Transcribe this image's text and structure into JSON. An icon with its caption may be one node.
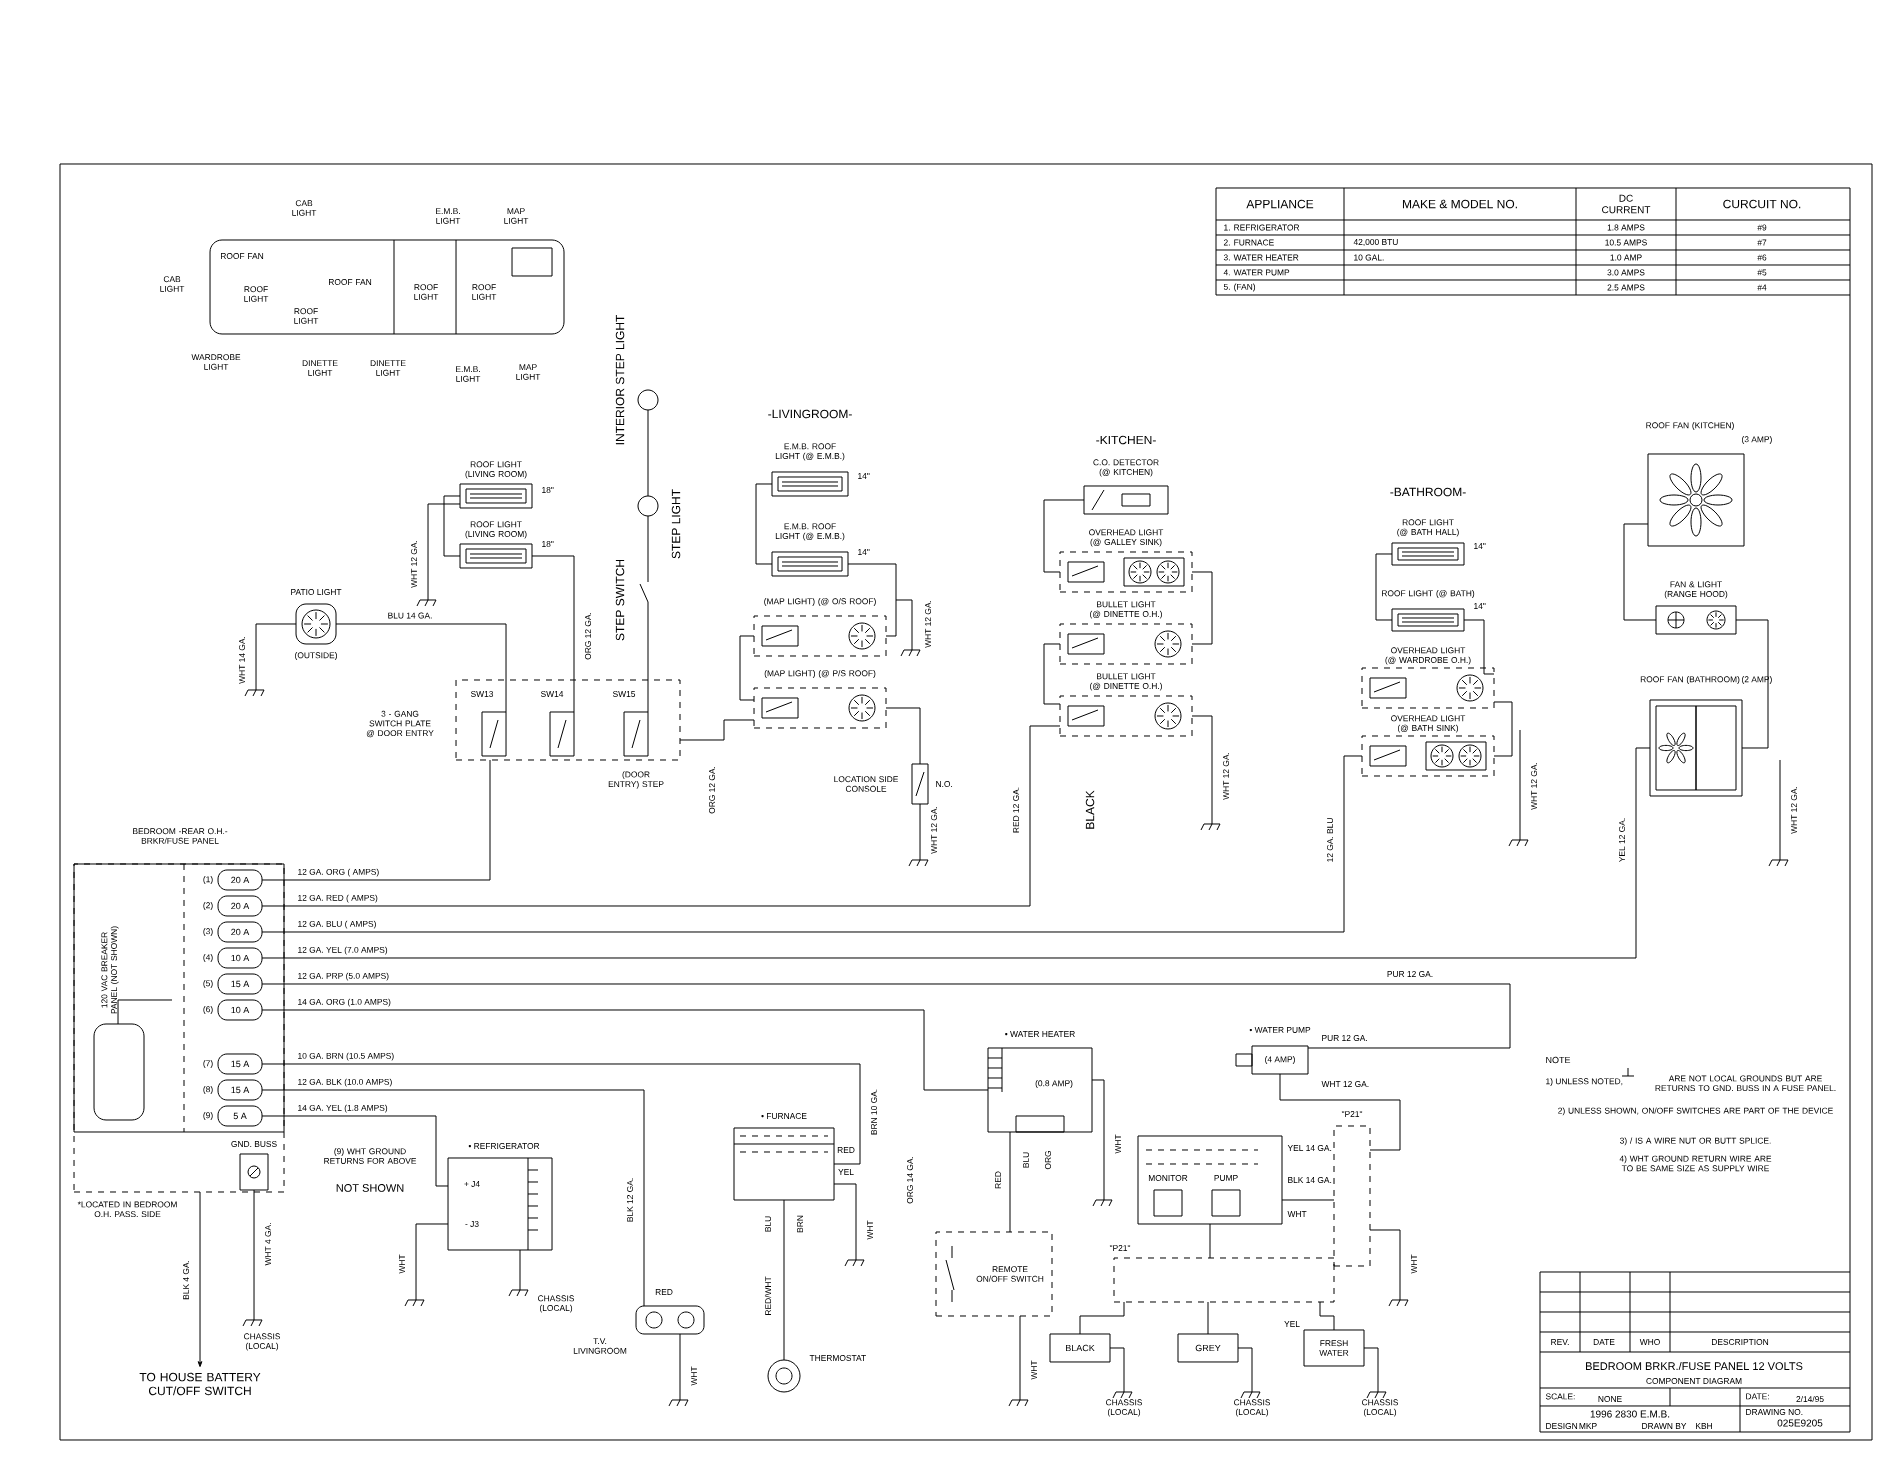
{
  "diagram": {
    "nodes": [
      {
        "text": [
          "CAB LIGHT",
          "ROOF FAN",
          "CAB LIGHT",
          "ROOF LIGHT",
          "ROOF FAN",
          "ROOF LIGHT",
          "WARDROBE LIGHT",
          "DINETTE LIGHT",
          "DINETTE LIGHT",
          "E.M.B. LIGHT",
          "MAP LIGHT",
          "ROOF LIGHT",
          "ROOF LIGHT",
          "E.M.B. LIGHT",
          "MAP LIGHT"
        ]
      },
      {
        "text": [
          "INTERIOR STEP LIGHT"
        ]
      },
      {
        "text": [
          "STEP LIGHT"
        ]
      },
      {
        "text": [
          "STEP SWITCH"
        ]
      },
      {
        "text": [
          "ROOF LIGHT (LIVING ROOM)"
        ],
        "beside": [
          "18\""
        ]
      },
      {
        "text": [
          "ROOF LIGHT (LIVING ROOM)"
        ],
        "beside": [
          "18\""
        ]
      },
      {
        "text": [
          "PATIO LIGHT",
          "(OUTSIDE)"
        ]
      },
      {
        "text": [
          "3 - GANG SWITCH PLATE @ DOOR ENTRY"
        ]
      },
      {
        "text": [
          "SW13"
        ],
        "in": 7
      },
      {
        "text": [
          "SW14"
        ],
        "in": 7
      },
      {
        "text": [
          "SW15"
        ],
        "in": 7
      },
      {
        "text": [
          "E.M.B. ROOF LIGHT (@ E.M.B.)"
        ],
        "beside": [
          "14\""
        ]
      },
      {
        "text": [
          "E.M.B. ROOF LIGHT (@ E.M.B.)"
        ],
        "beside": [
          "14\""
        ]
      },
      {
        "text": [
          "(MAP LIGHT) (@ O/S ROOF)"
        ]
      },
      {
        "text": [
          "(MAP LIGHT) (@ P/S ROOF)"
        ]
      },
      {
        "text": [
          "LOCATION SIDE CONSOLE"
        ],
        "beside": [
          "N.O."
        ]
      },
      {
        "text": [
          "C.O. DETECTOR (@ KITCHEN)"
        ]
      },
      {
        "text": [
          "OVERHEAD LIGHT (@ GALLEY SINK)"
        ]
      },
      {
        "text": [
          "BULLET LIGHT (@ DINETTE O.H.)"
        ]
      },
      {
        "text": [
          "BULLET LIGHT (@ DINETTE O.H.)"
        ]
      },
      {
        "text": [
          "ROOF LIGHT (@ BATH HALL)"
        ],
        "beside": [
          "14\""
        ]
      },
      {
        "text": [
          "ROOF LIGHT (@ BATH)"
        ],
        "beside": [
          "14\""
        ]
      },
      {
        "text": [
          "OVERHEAD LIGHT (@ WARDROBE O.H.)"
        ]
      },
      {
        "text": [
          "OVERHEAD LIGHT (@ BATH SINK)"
        ]
      },
      {
        "text": [
          "ROOF FAN (KITCHEN)"
        ],
        "beside": [
          "(3 AMP)"
        ]
      },
      {
        "text": [
          "FAN & LIGHT (RANGE HOOD)"
        ]
      },
      {
        "text": [
          "ROOF FAN (BATHROOM)"
        ],
        "beside": [
          "(2 AMP)"
        ]
      },
      {
        "text": [
          "BEDROOM -REAR O.H.- BRKR/FUSE PANEL"
        ]
      },
      {
        "text": [
          "120 VAC BREAKER PANEL (NOT SHOWN)"
        ],
        "in": 27
      },
      {
        "text": [
          "20 A"
        ],
        "beside": [
          "(1)"
        ],
        "in": 27
      },
      {
        "text": [
          "20 A"
        ],
        "beside": [
          "(2)"
        ],
        "in": 27
      },
      {
        "text": [
          "20 A"
        ],
        "beside": [
          "(3)"
        ],
        "in": 27
      },
      {
        "text": [
          "10 A"
        ],
        "beside": [
          "(4)"
        ],
        "in": 27
      },
      {
        "text": [
          "15 A"
        ],
        "beside": [
          "(5)"
        ],
        "in": 27
      },
      {
        "text": [
          "10 A"
        ],
        "beside": [
          "(6)"
        ],
        "in": 27
      },
      {
        "text": [
          "15 A"
        ],
        "beside": [
          "(7)"
        ],
        "in": 27
      },
      {
        "text": [
          "15 A"
        ],
        "beside": [
          "(8)"
        ],
        "in": 27
      },
      {
        "text": [
          "5 A"
        ],
        "beside": [
          "(9)"
        ],
        "in": 27
      },
      {
        "text": [
          "GND. BUSS"
        ],
        "in": 27
      },
      {
        "text": [
          "• REFRIGERATOR",
          "+ J4",
          "- J3"
        ]
      },
      {
        "text": [
          "T.V. LIVINGROOM"
        ]
      },
      {
        "text": [
          "• FURNACE"
        ]
      },
      {
        "text": [
          "THERMOSTAT"
        ]
      },
      {
        "text": [
          "• WATER HEATER",
          "(0.8 AMP)"
        ]
      },
      {
        "text": [
          "REMOTE ON/OFF SWITCH"
        ]
      },
      {
        "text": [
          "• WATER PUMP",
          "(4 AMP)"
        ]
      },
      {
        "text": [
          "MONITOR",
          "PUMP"
        ]
      },
      {
        "text": [
          "\"P21\""
        ]
      },
      {
        "text": [
          "\"P21\""
        ]
      },
      {
        "text": [
          "BLACK"
        ]
      },
      {
        "text": [
          "GREY"
        ]
      },
      {
        "text": [
          "FRESH WATER"
        ]
      },
      {
        "text": [
          "TO HOUSE BATTERY CUT/OFF SWITCH"
        ]
      }
    ],
    "edges": [
      {
        "from": 29,
        "to": 7,
        "arrow": "none",
        "label": "12 GA. ORG ( AMPS)"
      },
      {
        "from": 30,
        "to": 19,
        "arrow": "none",
        "label": "12 GA. RED ( AMPS)"
      },
      {
        "from": 31,
        "to": 23,
        "arrow": "none",
        "label": "12 GA. BLU ( AMPS)"
      },
      {
        "from": 32,
        "to": 26,
        "arrow": "none",
        "label": "12 GA. YEL (7.0 AMPS)"
      },
      {
        "from": 33,
        "to": 45,
        "arrow": "none",
        "label": "12 GA. PRP (5.0 AMPS)"
      },
      {
        "from": 34,
        "to": 43,
        "arrow": "none",
        "label": "14 GA. ORG (1.0 AMPS)"
      },
      {
        "from": 35,
        "to": 41,
        "arrow": "none",
        "label": "10 GA. BRN (10.5 AMPS)"
      },
      {
        "from": 36,
        "to": 40,
        "arrow": "none",
        "label": "12 GA. BLK (10.0 AMPS)"
      },
      {
        "from": 37,
        "to": 39,
        "arrow": "none",
        "label": "14 GA. YEL (1.8 AMPS)"
      },
      {
        "from": 8,
        "to": 6,
        "arrow": "none",
        "label": "BLU 14 GA."
      },
      {
        "from": 9,
        "to": 5,
        "arrow": "none"
      },
      {
        "from": 10,
        "to": 3,
        "arrow": "none"
      },
      {
        "from": 3,
        "to": 2,
        "arrow": "none"
      },
      {
        "from": 2,
        "to": 1,
        "arrow": "none"
      },
      {
        "from": 4,
        "to": 5,
        "arrow": "none"
      },
      {
        "from": 11,
        "to": 12,
        "arrow": "none"
      },
      {
        "from": 12,
        "to": 13,
        "arrow": "none"
      },
      {
        "from": 13,
        "to": 14,
        "arrow": "none"
      },
      {
        "from": 14,
        "to": 15,
        "arrow": "none"
      },
      {
        "from": 16,
        "to": 17,
        "arrow": "none"
      },
      {
        "from": 17,
        "to": 18,
        "arrow": "none"
      },
      {
        "from": 18,
        "to": 19,
        "arrow": "none"
      },
      {
        "from": 20,
        "to": 21,
        "arrow": "none"
      },
      {
        "from": 21,
        "to": 22,
        "arrow": "none"
      },
      {
        "from": 22,
        "to": 23,
        "arrow": "none"
      },
      {
        "from": 24,
        "to": 25,
        "arrow": "none"
      },
      {
        "from": 25,
        "to": 26,
        "arrow": "none"
      },
      {
        "from": 41,
        "to": 42,
        "arrow": "none",
        "label": "RED/WHT"
      },
      {
        "from": 43,
        "to": 44,
        "arrow": "none",
        "label": "RED"
      },
      {
        "from": 46,
        "to": 47,
        "arrow": "none"
      },
      {
        "from": 46,
        "to": 48,
        "arrow": "none"
      },
      {
        "from": 48,
        "to": 49,
        "arrow": "none"
      },
      {
        "from": 48,
        "to": 50,
        "arrow": "none"
      },
      {
        "from": 48,
        "to": 51,
        "arrow": "none"
      },
      {
        "from": 27,
        "to": 52,
        "arrow": "to",
        "label": "BLK 4 GA."
      },
      {
        "from": 47,
        "to": 45,
        "arrow": "none"
      },
      {
        "from": 7,
        "to": 14,
        "arrow": "none"
      }
    ],
    "labels": [
      "-LIVINGROOM-",
      "-KITCHEN-",
      "-BATHROOM-",
      "(DOOR ENTRY) STEP",
      "WHT 12 GA.",
      "WHT 14 GA.",
      "ORG 12 GA.",
      "WHT 12 GA.",
      "ORG 12 GA.",
      "WHT 12 GA.",
      "RED 12 GA.",
      "BLACK",
      "WHT 12 GA.",
      "12 GA. BLU",
      "WHT 12 GA.",
      "YEL 12 GA.",
      "WHT 12 GA.",
      "*LOCATED IN BEDROOM O.H. PASS. SIDE",
      "(9) WHT GROUND RETURNS FOR ABOVE",
      "NOT SHOWN",
      "WHT 4 GA.",
      "CHASSIS (LOCAL)",
      "WHT",
      "CHASSIS (LOCAL)",
      "BLK 12 GA.",
      "RED",
      "WHT",
      "BLU",
      "BRN",
      "BRN 10 GA.",
      "RED",
      "YEL",
      "WHT",
      "ORG 14 GA.",
      "BLU",
      "ORG",
      "WHT",
      "WHT",
      "PUR 12 GA.",
      "PUR 12 GA.",
      "WHT 12 GA.",
      "YEL 14 GA.",
      "BLK 14 GA.",
      "WHT",
      "YEL",
      "WHT",
      "CHASSIS (LOCAL)",
      "CHASSIS (LOCAL)",
      "CHASSIS (LOCAL)",
      "NOTE",
      "1) UNLESS NOTED,",
      "ARE NOT LOCAL GROUNDS BUT ARE RETURNS TO GND. BUSS IN A FUSE PANEL.",
      "2) UNLESS SHOWN, ON/OFF SWITCHES ARE PART OF THE DEVICE",
      "3) / IS A WIRE NUT OR BUTT SPLICE.",
      "4) WHT GROUND RETURN WIRE ARE TO BE SAME SIZE AS SUPPLY WIRE",
      "REV.",
      "DATE",
      "WHO",
      "DESCRIPTION",
      "BEDROOM BRKR./FUSE PANEL 12 VOLTS",
      "COMPONENT DIAGRAM",
      "SCALE:",
      "NONE",
      "DATE:",
      "2/14/95",
      "1996 2830 E.M.B.",
      "DESIGN",
      "MKP",
      "DRAWN BY",
      "KBH",
      "DRAWING NO.",
      "025E9205",
      "APPLIANCE",
      "MAKE & MODEL NO.",
      "DC CURRENT",
      "CURCUIT NO.",
      "1. REFRIGERATOR",
      "1.8 AMPS",
      "#9",
      "2. FURNACE",
      "42,000 BTU",
      "10.5 AMPS",
      "#7",
      "3. WATER HEATER",
      "10 GAL.",
      "1.0 AMP",
      "#6",
      "4. WATER PUMP",
      "3.0 AMPS",
      "#5",
      "5. (FAN)",
      "2.5 AMPS",
      "#4"
    ]
  }
}
